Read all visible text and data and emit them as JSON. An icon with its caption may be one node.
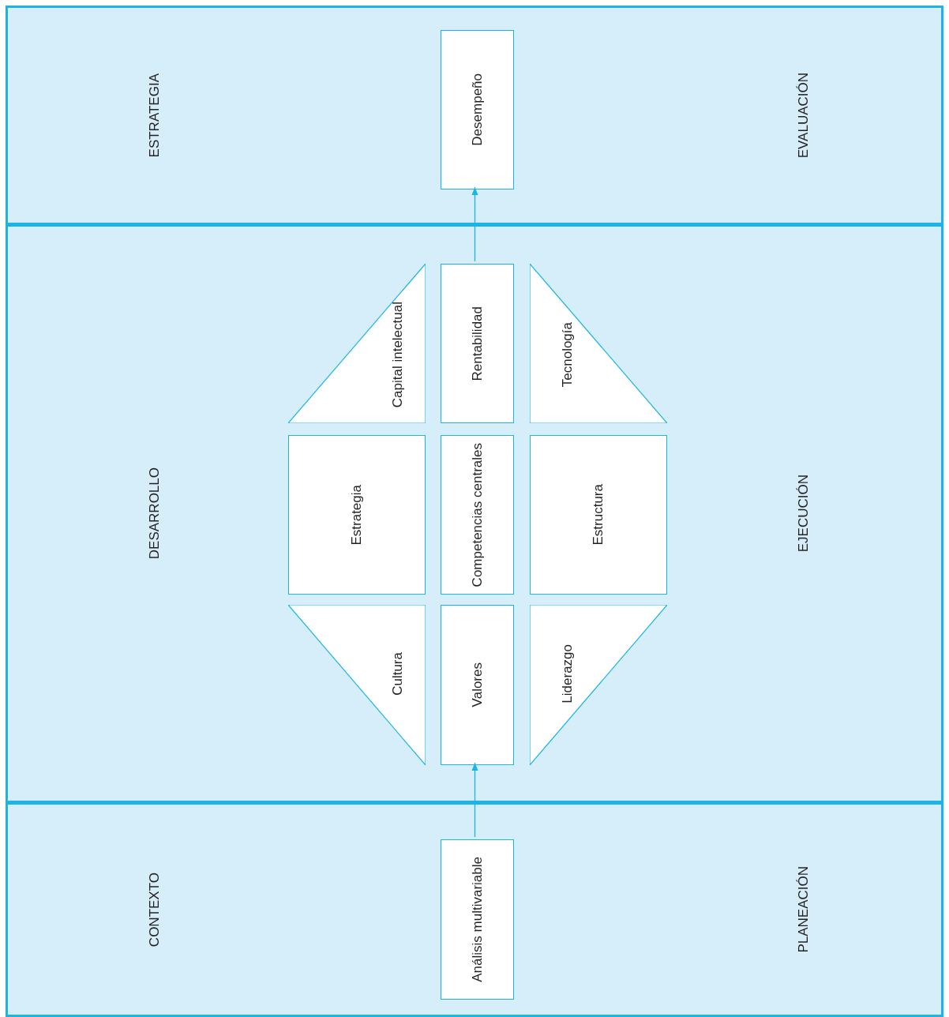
{
  "diagram": {
    "nodes": [
      {
        "text": [
          "ESTRATEGIA",
          "EVALUACIÓN"
        ]
      },
      {
        "text": [
          "Desempeño"
        ],
        "in": 0
      },
      {
        "text": [
          "DESARROLLO",
          "EJECUCIÓN"
        ]
      },
      {
        "text": [
          "Capital intelectual"
        ],
        "in": 2
      },
      {
        "text": [
          "Rentabilidad"
        ],
        "in": 2
      },
      {
        "text": [
          "Tecnología"
        ],
        "in": 2
      },
      {
        "text": [
          "Estrategia"
        ],
        "in": 2
      },
      {
        "text": [
          "Competencias centrales"
        ],
        "in": 2
      },
      {
        "text": [
          "Estructura"
        ],
        "in": 2
      },
      {
        "text": [
          "Cultura"
        ],
        "in": 2
      },
      {
        "text": [
          "Valores"
        ],
        "in": 2
      },
      {
        "text": [
          "Liderazgo"
        ],
        "in": 2
      },
      {
        "text": [
          "CONTEXTO",
          "PLANEACIÓN"
        ]
      },
      {
        "text": [
          "Análisis multivariable"
        ],
        "in": 12
      }
    ],
    "edges": [
      {
        "from": 4,
        "to": 1,
        "arrow": "to"
      },
      {
        "from": 13,
        "to": 10,
        "arrow": "to"
      }
    ]
  }
}
